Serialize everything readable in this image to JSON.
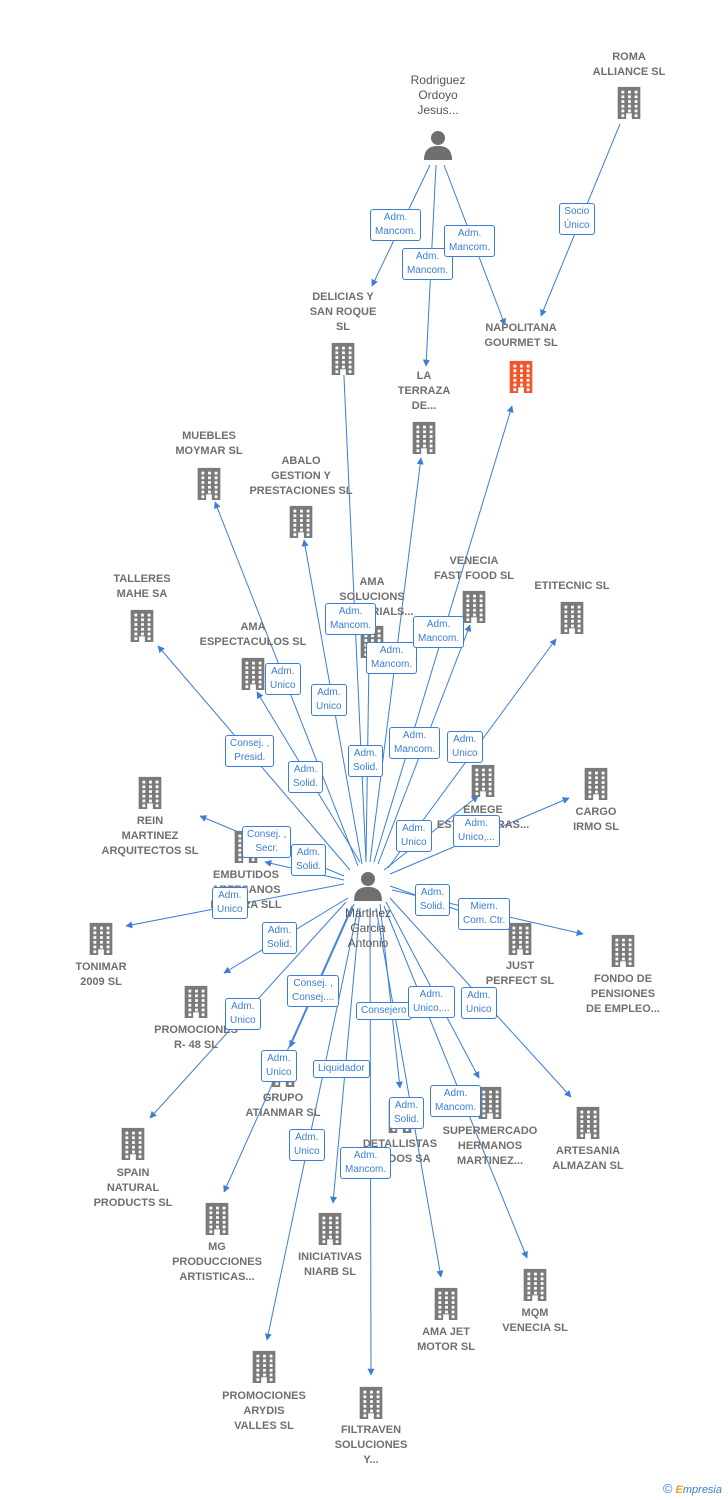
{
  "colors": {
    "edge": "#3b7ed6",
    "building": "#7a7a7a",
    "focus": "#f0572a",
    "person": "#6f6f6f"
  },
  "nodes": [
    {
      "id": "rodriguez",
      "type": "person",
      "label": "Rodriguez\nOrdoyo\nJesus..."
    },
    {
      "id": "roma",
      "type": "company",
      "label": "ROMA\nALLIANCE  SL"
    },
    {
      "id": "delicias",
      "type": "company",
      "label": "DELICIAS Y\nSAN ROQUE\nSL"
    },
    {
      "id": "napolitana",
      "type": "focus",
      "label": "NAPOLITANA\nGOURMET  SL"
    },
    {
      "id": "laterraza",
      "type": "company",
      "label": "LA\nTERRAZA\nDE..."
    },
    {
      "id": "muebles",
      "type": "company",
      "label": "MUEBLES\nMOYMAR SL"
    },
    {
      "id": "abalo",
      "type": "company",
      "label": "ABALO\nGESTION Y\nPRESTACIONES SL"
    },
    {
      "id": "venecia",
      "type": "company",
      "label": "VENECIA\nFAST FOOD SL"
    },
    {
      "id": "talleres",
      "type": "company",
      "label": "TALLERES\nMAHE SA"
    },
    {
      "id": "amasol",
      "type": "company",
      "label": "AMA\nSOLUCIONS\nINDUSTRIALS..."
    },
    {
      "id": "etitecnic",
      "type": "company",
      "label": "ETITECNIC  SL"
    },
    {
      "id": "amaesp",
      "type": "company",
      "label": "AMA\nESPECTACULOS SL"
    },
    {
      "id": "emege",
      "type": "company",
      "label": "EMEGE\nESTRUCTURAS..."
    },
    {
      "id": "cargo",
      "type": "company",
      "label": "CARGO\nIRMO  SL"
    },
    {
      "id": "rein",
      "type": "company",
      "label": "REIN\nMARTINEZ\nARQUITECTOS SL"
    },
    {
      "id": "embutidos",
      "type": "company",
      "label": "EMBUTIDOS\nARTESANOS\nLA VERA SLL"
    },
    {
      "id": "martinez",
      "type": "person",
      "label": "Martinez\nGarcia\nAntonio"
    },
    {
      "id": "tonimar",
      "type": "company",
      "label": "TONIMAR\n2009 SL"
    },
    {
      "id": "justperfect",
      "type": "company",
      "label": "JUST\nPERFECT  SL"
    },
    {
      "id": "fondo",
      "type": "company",
      "label": "FONDO DE\nPENSIONES\nDE EMPLEO..."
    },
    {
      "id": "promo48",
      "type": "company",
      "label": "PROMOCIONES\nR- 48  SL"
    },
    {
      "id": "grupo",
      "type": "company",
      "label": "GRUPO\nATIANMAR SL"
    },
    {
      "id": "detallistas",
      "type": "company",
      "label": "DETALLISTAS\nUNIDOS SA"
    },
    {
      "id": "supermercado",
      "type": "company",
      "label": "SUPERMERCADO\nHERMANOS\nMARTINEZ..."
    },
    {
      "id": "artesania",
      "type": "company",
      "label": "ARTESANIA\nALMAZAN SL"
    },
    {
      "id": "spain",
      "type": "company",
      "label": "SPAIN\nNATURAL\nPRODUCTS  SL"
    },
    {
      "id": "mg",
      "type": "company",
      "label": "MG\nPRODUCCIONES\nARTISTICAS..."
    },
    {
      "id": "iniciativas",
      "type": "company",
      "label": "INICIATIVAS\nNIARB SL"
    },
    {
      "id": "amajet",
      "type": "company",
      "label": "AMA JET\nMOTOR  SL"
    },
    {
      "id": "mqm",
      "type": "company",
      "label": "MQM\nVENECIA  SL"
    },
    {
      "id": "arydis",
      "type": "company",
      "label": "PROMOCIONES\nARYDIS\nVALLES SL"
    },
    {
      "id": "filtraven",
      "type": "company",
      "label": "FILTRAVEN\nSOLUCIONES\nY..."
    }
  ],
  "edges": [
    {
      "from": "rodriguez",
      "to": "delicias",
      "label": "Adm.\nMancom."
    },
    {
      "from": "rodriguez",
      "to": "laterraza",
      "label": "Adm.\nMancom."
    },
    {
      "from": "rodriguez",
      "to": "napolitana",
      "label": "Adm.\nMancom."
    },
    {
      "from": "roma",
      "to": "napolitana",
      "label": "Socio\nÚnico"
    },
    {
      "from": "martinez",
      "to": "delicias",
      "label": "Adm.\nMancom."
    },
    {
      "from": "martinez",
      "to": "laterraza",
      "label": "Adm.\nMancom."
    },
    {
      "from": "martinez",
      "to": "napolitana",
      "label": "Adm.\nMancom."
    },
    {
      "from": "martinez",
      "to": "muebles",
      "label": "Adm.\nUnico"
    },
    {
      "from": "martinez",
      "to": "abalo",
      "label": "Adm.\nUnico"
    },
    {
      "from": "martinez",
      "to": "venecia",
      "label": "Adm.\nMancom."
    },
    {
      "from": "martinez",
      "to": "talleres",
      "label": "Consej. ,\nPresid."
    },
    {
      "from": "martinez",
      "to": "amasol",
      "label": "Adm.\nSolid."
    },
    {
      "from": "martinez",
      "to": "etitecnic",
      "label": "Adm.\nUnico"
    },
    {
      "from": "martinez",
      "to": "amaesp",
      "label": "Adm.\nSolid."
    },
    {
      "from": "martinez",
      "to": "emege",
      "label": "Adm.\nUnico"
    },
    {
      "from": "martinez",
      "to": "cargo",
      "label": "Adm.\nUnico,..."
    },
    {
      "from": "martinez",
      "to": "rein",
      "label": "Consej. ,\nSecr."
    },
    {
      "from": "martinez",
      "to": "embutidos",
      "label": "Adm.\nSolid."
    },
    {
      "from": "martinez",
      "to": "tonimar",
      "label": "Adm.\nUnico"
    },
    {
      "from": "martinez",
      "to": "justperfect",
      "label": "Adm.\nSolid."
    },
    {
      "from": "martinez",
      "to": "fondo",
      "label": "Miem.\nCom. Ctr."
    },
    {
      "from": "martinez",
      "to": "promo48",
      "label": "Adm.\nSolid."
    },
    {
      "from": "martinez",
      "to": "grupo",
      "label": "Consej. ,\nConsej...."
    },
    {
      "from": "martinez",
      "to": "detallistas",
      "label": "Consejero"
    },
    {
      "from": "martinez",
      "to": "supermercado",
      "label": "Adm.\nUnico,..."
    },
    {
      "from": "martinez",
      "to": "artesania",
      "label": "Adm.\nUnico"
    },
    {
      "from": "martinez",
      "to": "spain",
      "label": "Adm.\nUnico"
    },
    {
      "from": "martinez",
      "to": "mg",
      "label": "Adm.\nUnico"
    },
    {
      "from": "martinez",
      "to": "iniciativas",
      "label": "Liquidador"
    },
    {
      "from": "martinez",
      "to": "amajet",
      "label": "Adm.\nSolid."
    },
    {
      "from": "martinez",
      "to": "mqm",
      "label": "Adm.\nMancom."
    },
    {
      "from": "martinez",
      "to": "arydis",
      "label": "Adm.\nUnico"
    },
    {
      "from": "martinez",
      "to": "filtraven",
      "label": "Adm.\nMancom."
    }
  ],
  "credit": {
    "symbol": "©",
    "brand_first": "E",
    "brand_rest": "mpresia"
  }
}
